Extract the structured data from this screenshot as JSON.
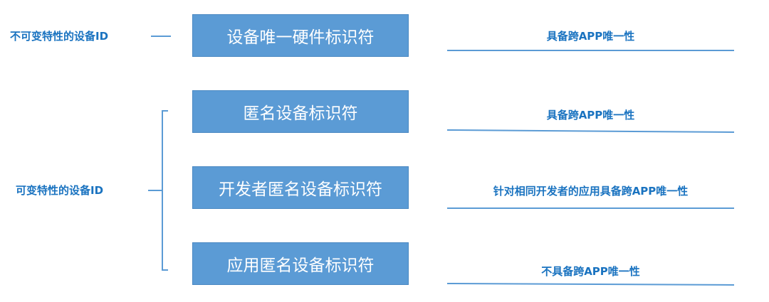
{
  "colors": {
    "accent_text": "#1a73c0",
    "box_fill": "#5b9bd5",
    "box_text": "#ffffff",
    "line": "#5b9bd5"
  },
  "left_labels": {
    "invariant": "不可变特性的设备ID",
    "variable": "可变特性的设备ID"
  },
  "boxes": [
    "设备唯一硬件标识符",
    "匿名设备标识符",
    "开发者匿名设备标识符",
    "应用匿名设备标识符"
  ],
  "properties": [
    "具备跨APP唯一性",
    "具备跨APP唯一性",
    "针对相同开发者的应用具备跨APP唯一性",
    "不具备跨APP唯一性"
  ]
}
